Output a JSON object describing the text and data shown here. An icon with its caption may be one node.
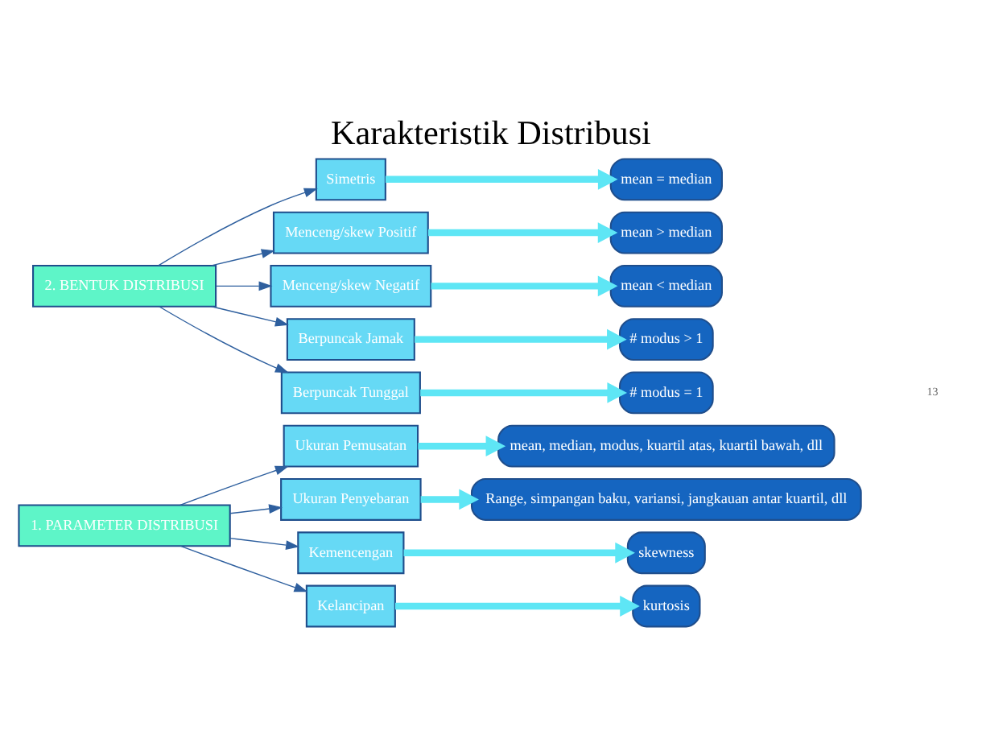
{
  "diagram": {
    "title": "Karakteristik Distribusi",
    "nodes": [
      {
        "text": [
          "1. PARAMETER DISTRIBUSI"
        ]
      },
      {
        "text": [
          "Ukuran Pemusatan"
        ]
      },
      {
        "text": [
          "Ukuran Penyebaran"
        ]
      },
      {
        "text": [
          "Kemencengan"
        ]
      },
      {
        "text": [
          "Kelancipan"
        ]
      },
      {
        "text": [
          "mean, median, modus, kuartil atas, kuartil bawah, dll"
        ]
      },
      {
        "text": [
          "Range, simpangan baku, variansi, jangkauan antar kuartil, dll"
        ]
      },
      {
        "text": [
          "skewness"
        ]
      },
      {
        "text": [
          "kurtosis"
        ]
      },
      {
        "text": [
          "2. BENTUK DISTRIBUSI"
        ]
      },
      {
        "text": [
          "Simetris"
        ]
      },
      {
        "text": [
          "Menceng/skew Positif"
        ]
      },
      {
        "text": [
          "Menceng/skew Negatif"
        ]
      },
      {
        "text": [
          "mean = median"
        ]
      },
      {
        "text": [
          "mean > median"
        ]
      },
      {
        "text": [
          "mean < median"
        ]
      },
      {
        "text": [
          "Berpuncak Jamak"
        ]
      },
      {
        "text": [
          "Berpuncak Tunggal"
        ]
      },
      {
        "text": [
          "# modus > 1"
        ]
      },
      {
        "text": [
          "# modus = 1"
        ]
      }
    ],
    "edges": [
      {
        "from": 0,
        "to": 1,
        "arrow": "to"
      },
      {
        "from": 0,
        "to": 2,
        "arrow": "to"
      },
      {
        "from": 0,
        "to": 3,
        "arrow": "to"
      },
      {
        "from": 0,
        "to": 4,
        "arrow": "to"
      },
      {
        "from": 1,
        "to": 5,
        "arrow": "to",
        "style": "thick",
        "color": "#5ee6f5"
      },
      {
        "from": 2,
        "to": 6,
        "arrow": "to",
        "style": "thick",
        "color": "#5ee6f5"
      },
      {
        "from": 3,
        "to": 7,
        "arrow": "to",
        "style": "thick",
        "color": "#5ee6f5"
      },
      {
        "from": 4,
        "to": 8,
        "arrow": "to",
        "style": "thick",
        "color": "#5ee6f5"
      },
      {
        "from": 9,
        "to": 10,
        "arrow": "to"
      },
      {
        "from": 9,
        "to": 11,
        "arrow": "to"
      },
      {
        "from": 9,
        "to": 12,
        "arrow": "to"
      },
      {
        "from": 9,
        "to": 16,
        "arrow": "to"
      },
      {
        "from": 9,
        "to": 17,
        "arrow": "to"
      },
      {
        "from": 10,
        "to": 13,
        "arrow": "to",
        "style": "thick",
        "color": "#5ee6f5"
      },
      {
        "from": 11,
        "to": 14,
        "arrow": "to",
        "style": "thick",
        "color": "#5ee6f5"
      },
      {
        "from": 12,
        "to": 15,
        "arrow": "to",
        "style": "thick",
        "color": "#5ee6f5"
      },
      {
        "from": 16,
        "to": 18,
        "arrow": "to",
        "style": "thick",
        "color": "#5ee6f5"
      },
      {
        "from": 17,
        "to": 19,
        "arrow": "to",
        "style": "thick",
        "color": "#5ee6f5"
      }
    ],
    "labels": [
      "13"
    ]
  }
}
